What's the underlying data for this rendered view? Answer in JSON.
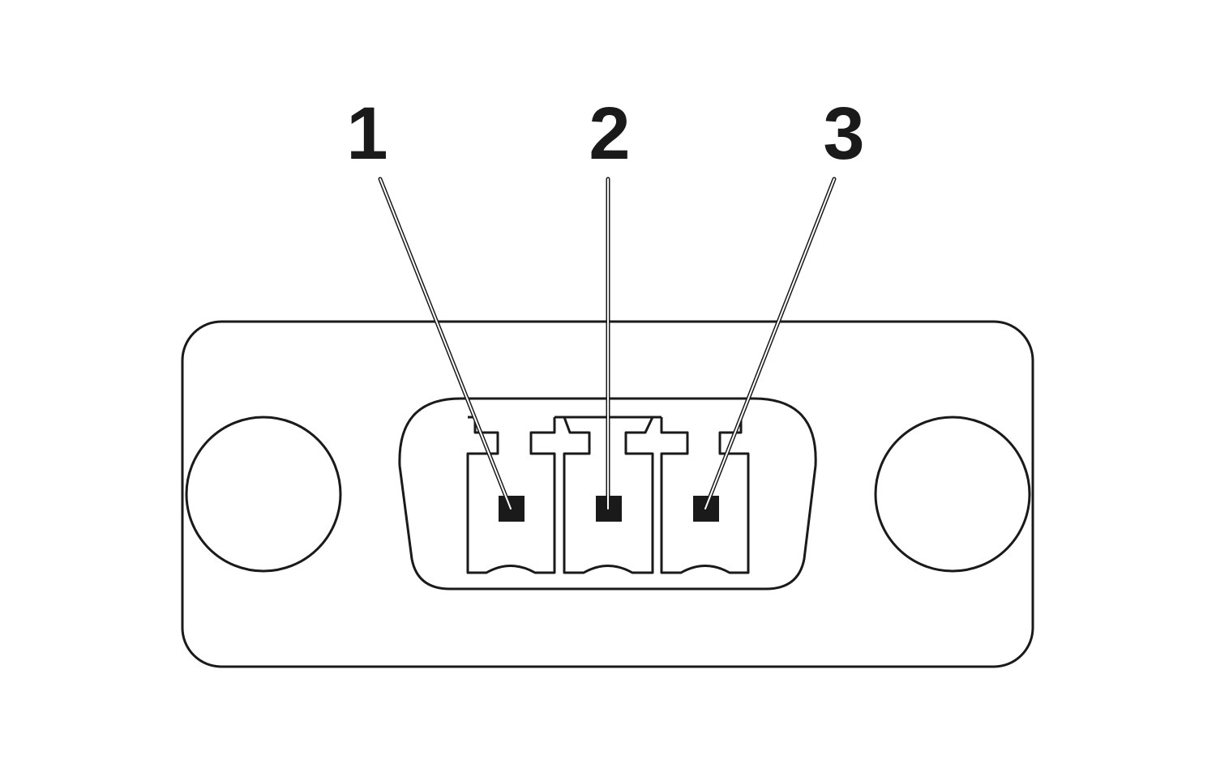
{
  "diagram": {
    "description_labels": [
      {
        "id": "1",
        "text": "1"
      },
      {
        "id": "2",
        "text": "2"
      },
      {
        "id": "3",
        "text": "3"
      }
    ],
    "colors": {
      "ink": "#1a1a1a",
      "background": "#ffffff"
    }
  }
}
